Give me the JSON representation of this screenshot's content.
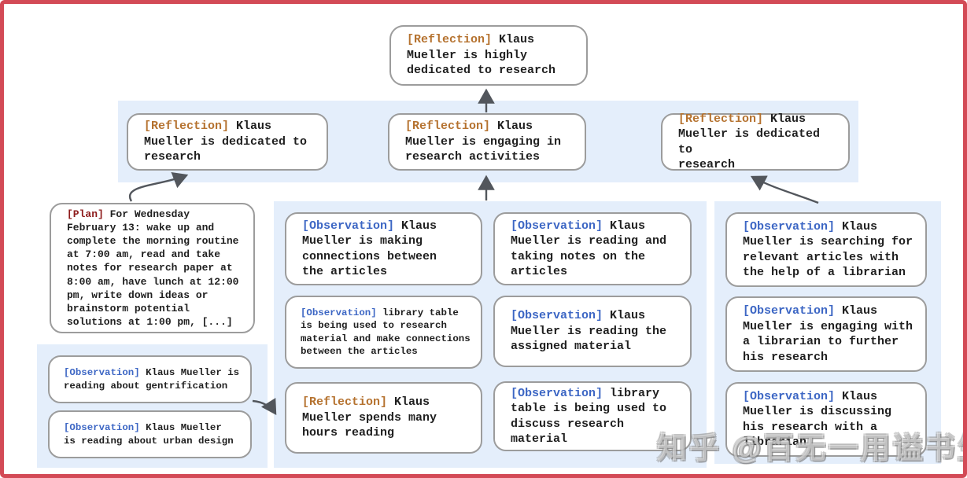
{
  "watermark": {
    "text": "知乎 @百无一用谥书生"
  },
  "colors": {
    "frame_border": "#d34a56",
    "panel_bg": "#e4eefb",
    "box_border": "#9c9c9c",
    "reflection_tag": "#b5722f",
    "observation_tag": "#3c66c4",
    "plan_tag": "#8e1b1b",
    "body_text": "#202020",
    "arrow": "#52565c"
  },
  "nodes": {
    "top_reflection": {
      "tag": "[Reflection]",
      "body": " Klaus\nMueller is highly\ndedicated to research"
    },
    "reflection_left": {
      "tag": "[Reflection]",
      "body": " Klaus\nMueller is dedicated to\nresearch"
    },
    "reflection_center": {
      "tag": "[Reflection]",
      "body": " Klaus\nMueller is engaging in\nresearch activities"
    },
    "reflection_right": {
      "tag": "[Reflection]",
      "body": " Klaus\nMueller is dedicated to\nresearch"
    },
    "plan": {
      "tag": "[Plan]",
      "body": " For Wednesday\nFebruary 13: wake up and\ncomplete the morning routine\nat 7:00 am, read and take\nnotes for research paper at\n8:00 am, have lunch at 12:00\npm, write down ideas or\nbrainstorm potential\nsolutions at 1:00 pm, [...]"
    },
    "obs_gentrification": {
      "tag": "[Observation]",
      "body": " Klaus Mueller is\nreading about gentrification"
    },
    "obs_urban_design": {
      "tag": "[Observation]",
      "body": " Klaus Mueller\nis reading about urban design"
    },
    "obs_making_connections": {
      "tag": "[Observation]",
      "body": " Klaus\nMueller is making\nconnections between\nthe articles"
    },
    "obs_library_research": {
      "tag": "[Observation]",
      "body": " library table\nis being used to research\nmaterial and make connections\nbetween the articles"
    },
    "reflection_hours_reading": {
      "tag": "[Reflection]",
      "body": " Klaus\nMueller spends many\nhours reading"
    },
    "obs_reading_notes": {
      "tag": "[Observation]",
      "body": " Klaus\nMueller is reading and\ntaking notes on the\narticles"
    },
    "obs_assigned_material": {
      "tag": "[Observation]",
      "body": " Klaus\nMueller is reading the\nassigned material"
    },
    "obs_library_discuss": {
      "tag": "[Observation]",
      "body": " library\ntable is being used to\ndiscuss research material"
    },
    "obs_searching_articles": {
      "tag": "[Observation]",
      "body": " Klaus\nMueller is searching for\nrelevant articles with\nthe help of a librarian"
    },
    "obs_engaging_librarian": {
      "tag": "[Observation]",
      "body": " Klaus\nMueller is engaging with\na librarian to further\nhis research"
    },
    "obs_discussing_research": {
      "tag": "[Observation]",
      "body": " Klaus\nMueller is discussing\nhis research with a\nlibrarian"
    }
  }
}
